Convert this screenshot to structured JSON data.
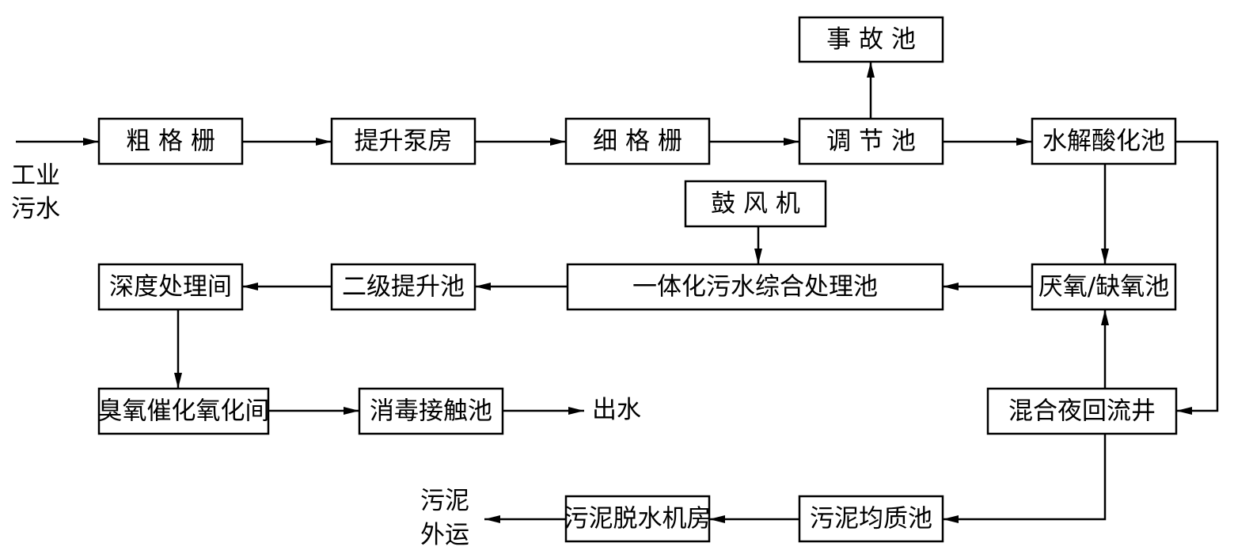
{
  "nodes": {
    "coarse_screen": "粗 格 栅",
    "lift_pump_house": "提升泵房",
    "fine_screen": "细 格 栅",
    "equalization_tank": "调 节 池",
    "accident_tank": "事 故 池",
    "hydrolysis_tank": "水解酸化池",
    "blower": "鼓 风 机",
    "integrated_tank": "一体化污水综合处理池",
    "anaerobic_anoxic_tank": "厌氧/缺氧池",
    "secondary_lift_tank": "二级提升池",
    "advanced_treatment_room": "深度处理间",
    "ozone_catalytic_room": "臭氧催化氧化间",
    "disinfection_tank": "消毒接触池",
    "mixed_return_well": "混合夜回流井",
    "sludge_homogenization_tank": "污泥均质池",
    "sludge_dewatering_room": "污泥脱水机房"
  },
  "labels": {
    "industrial_wastewater_line1": "工业",
    "industrial_wastewater_line2": "污水",
    "effluent": "出水",
    "sludge_out_line1": "污泥",
    "sludge_out_line2": "外运"
  },
  "colors": {
    "line": "#000000",
    "background": "#ffffff"
  }
}
